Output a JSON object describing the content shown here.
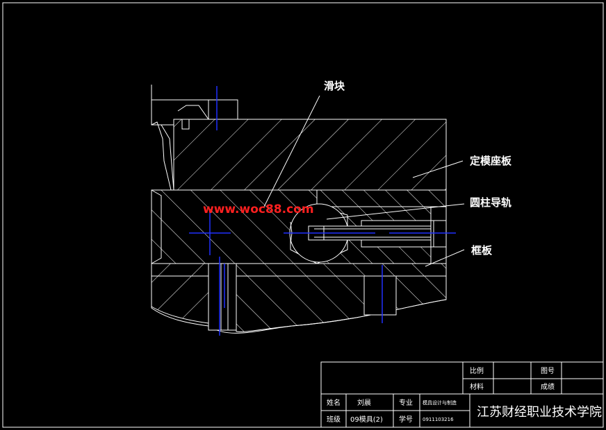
{
  "labels": {
    "slider": "滑块",
    "fixed_mold_plate": "定模座板",
    "guide_rail": "圆柱导轨",
    "frame_plate": "框板"
  },
  "watermark": "www.woc88.com",
  "title_block": {
    "scale_label": "比例",
    "drawing_no_label": "图号",
    "material_label": "材料",
    "grade_label": "成绩",
    "name_label": "姓名",
    "name_value": "刘晨",
    "major_label": "专业",
    "major_value": "模具设计与制造",
    "class_label": "班级",
    "class_value": "09模具(2)",
    "student_no_label": "学号",
    "student_no_value": "0911103216",
    "school": "江苏财经职业技术学院"
  },
  "colors": {
    "background": "#000000",
    "lines": "#ffffff",
    "centerlines": "#2030ff",
    "watermark": "#ff2020"
  }
}
